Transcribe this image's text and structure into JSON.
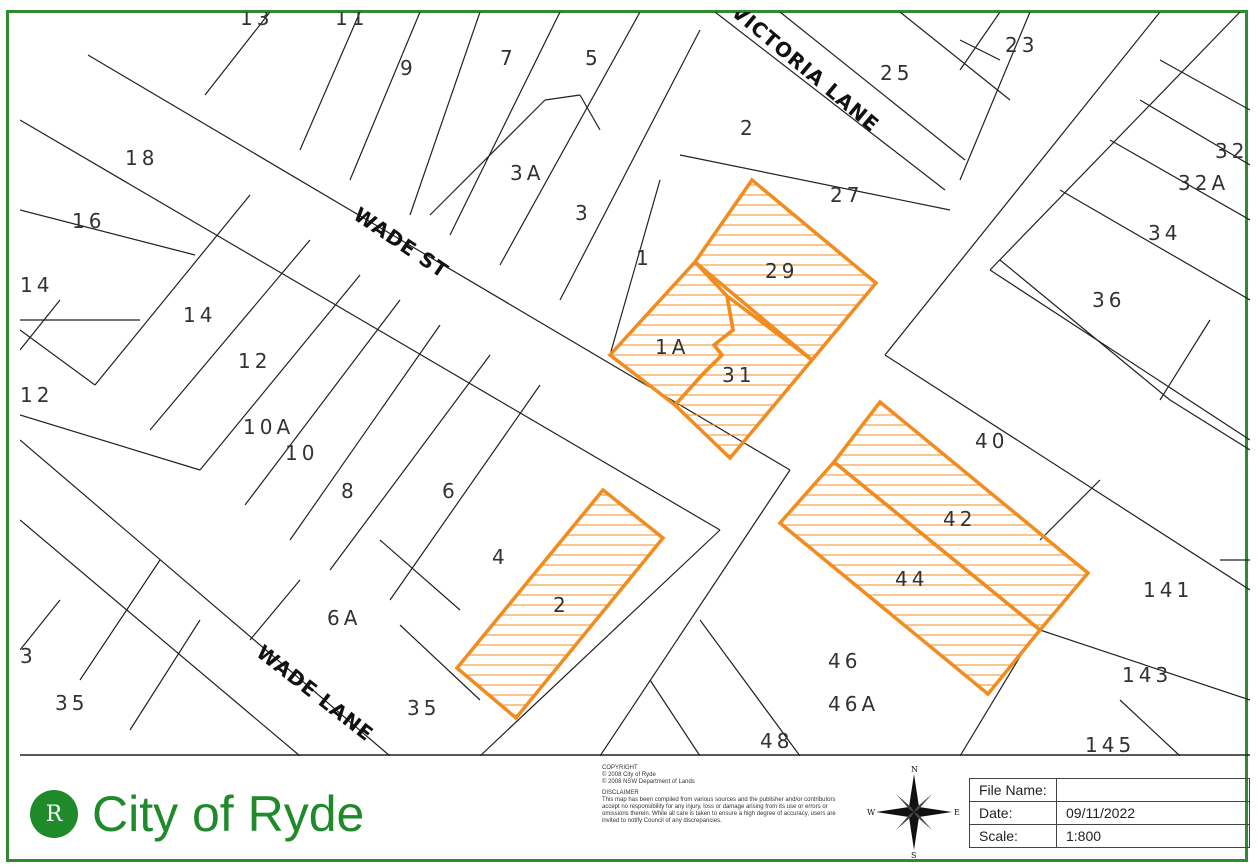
{
  "map": {
    "roads": {
      "wade_st": "WADE ST",
      "victoria_lane": "VICTORIA LANE",
      "wade_lane": "WADE LANE"
    },
    "lot_labels": {
      "l13": "13",
      "l11": "11",
      "l9": "9",
      "l7": "7",
      "l5": "5",
      "l23": "23",
      "l25": "25",
      "l2top": "2",
      "l3A": "3A",
      "l3": "3",
      "l27": "27",
      "l1": "1",
      "l29": "29",
      "l1A": "1A",
      "l31": "31",
      "l18": "18",
      "l16": "16",
      "l14a": "14",
      "l14b": "14",
      "l12a": "12",
      "l12b": "12",
      "l10A": "10A",
      "l10": "10",
      "l8": "8",
      "l6": "6",
      "l4": "4",
      "l2": "2",
      "l6A": "6A",
      "l35a": "35",
      "l35b": "35",
      "l3left": "3",
      "l40": "40",
      "l42": "42",
      "l44": "44",
      "l46": "46",
      "l46A": "46A",
      "l48": "48",
      "l141": "141",
      "l143": "143",
      "l145": "145",
      "l32": "32",
      "l32A": "32A",
      "l34": "34",
      "l36": "36"
    },
    "colors": {
      "highlight": "#f28c1e",
      "line": "#222222",
      "frame": "#2e8b2e",
      "brand": "#1f8a2a"
    }
  },
  "footer": {
    "logo_letter": "R",
    "logo_name": "City of Ryde",
    "copyright": {
      "heading": "COPYRIGHT",
      "line1": "© 2008 City of Ryde",
      "line2": "© 2008 NSW Department of Lands",
      "disclaimer_heading": "DISCLAIMER",
      "disclaimer": "This map has been compiled from various sources and the publisher and/or contributors accept no responsibility for any injury, loss or damage arising from its use or errors or omissions therein. While all care is taken to ensure a high degree of accuracy, users are invited to notify Council of any discrepancies."
    },
    "compass": {
      "n": "N",
      "s": "S",
      "e": "E",
      "w": "W"
    },
    "info": {
      "file_name_label": "File Name:",
      "file_name_value": "",
      "date_label": "Date:",
      "date_value": "09/11/2022",
      "scale_label": "Scale:",
      "scale_value": "1:800"
    }
  }
}
